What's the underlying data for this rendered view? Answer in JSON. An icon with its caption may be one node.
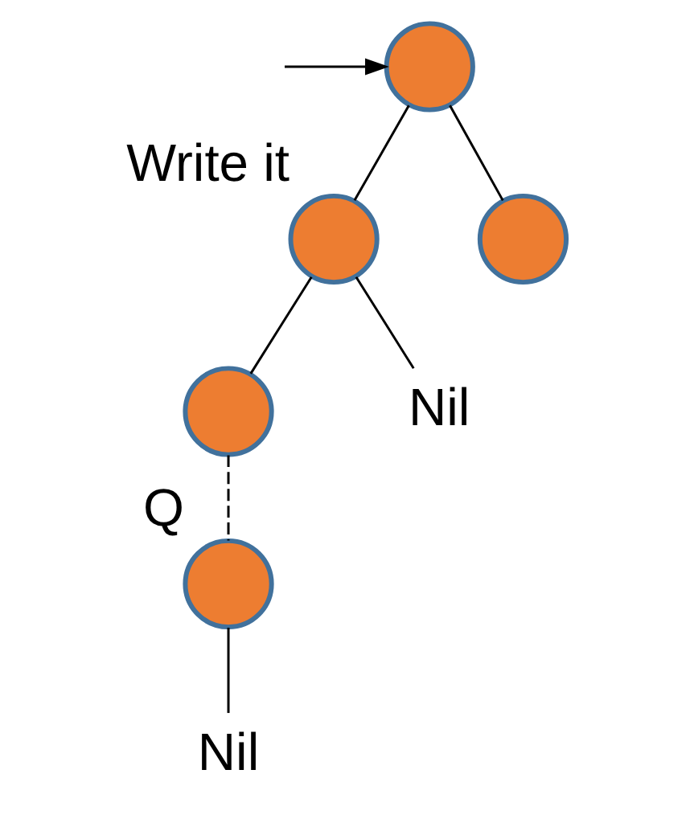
{
  "diagram": {
    "nodes": [
      {
        "text": [],
        "shape": "circle"
      },
      {
        "text": [],
        "shape": "circle",
        "beside": [
          "Write it"
        ]
      },
      {
        "text": [],
        "shape": "circle"
      },
      {
        "text": [],
        "shape": "circle"
      },
      {
        "text": [
          "Nil"
        ]
      },
      {
        "text": [],
        "shape": "circle",
        "beside": [
          "Q"
        ]
      },
      {
        "text": [
          "Nil"
        ]
      }
    ],
    "edges": [
      {
        "from": null,
        "to": 0,
        "arrow": "to"
      },
      {
        "from": 0,
        "to": 1,
        "arrow": "none"
      },
      {
        "from": 0,
        "to": 2,
        "arrow": "none"
      },
      {
        "from": 1,
        "to": 3,
        "arrow": "none"
      },
      {
        "from": 1,
        "to": 4,
        "arrow": "none"
      },
      {
        "from": 3,
        "to": 5,
        "arrow": "none",
        "style": "dashed"
      },
      {
        "from": 5,
        "to": 6,
        "arrow": "none"
      }
    ]
  }
}
